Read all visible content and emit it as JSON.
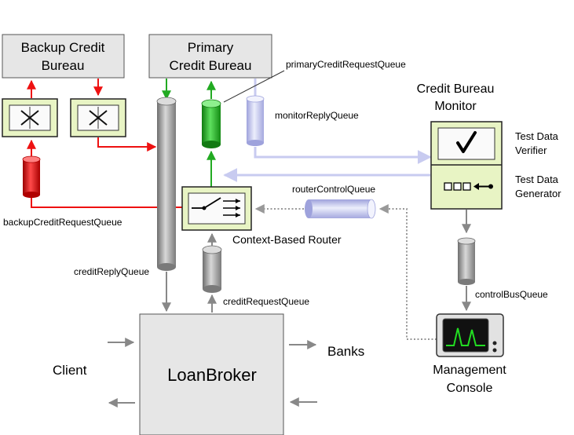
{
  "top_caption": "",
  "boxes": {
    "backup_bureau": [
      "Backup Credit",
      "Bureau"
    ],
    "primary_bureau": [
      "Primary",
      "Credit Bureau"
    ],
    "monitor": [
      "Credit Bureau",
      "Monitor"
    ],
    "management_console": [
      "Management",
      "Console"
    ],
    "loan_broker": "LoanBroker"
  },
  "labels": {
    "test_data_verifier": [
      "Test Data",
      "Verifier"
    ],
    "test_data_generator": [
      "Test Data",
      "Generator"
    ],
    "context_based_router": "Context-Based Router",
    "client": "Client",
    "banks": "Banks"
  },
  "queues": {
    "primary": "primaryCreditRequestQueue",
    "monitor_reply": "monitorReplyQueue",
    "router_control": "routerControlQueue",
    "backup": "backupCreditRequestQueue",
    "credit_reply": "creditReplyQueue",
    "credit_request": "creditRequestQueue",
    "control_bus": "controlBusQueue"
  },
  "colors": {
    "box_fill": "#e6e6e6",
    "filter_fill": "#e8f4c4",
    "green_queue": "#22aa22",
    "red_queue": "#dd0000",
    "lavender_queue": "#c8cbf0",
    "gray_queue": "#a8a8a8",
    "red_arrow": "#ee1111",
    "green_arrow": "#22aa22",
    "gray_arrow": "#888888",
    "lavender_arrow": "#c8cbf0",
    "dotted_arrow": "#999999"
  }
}
